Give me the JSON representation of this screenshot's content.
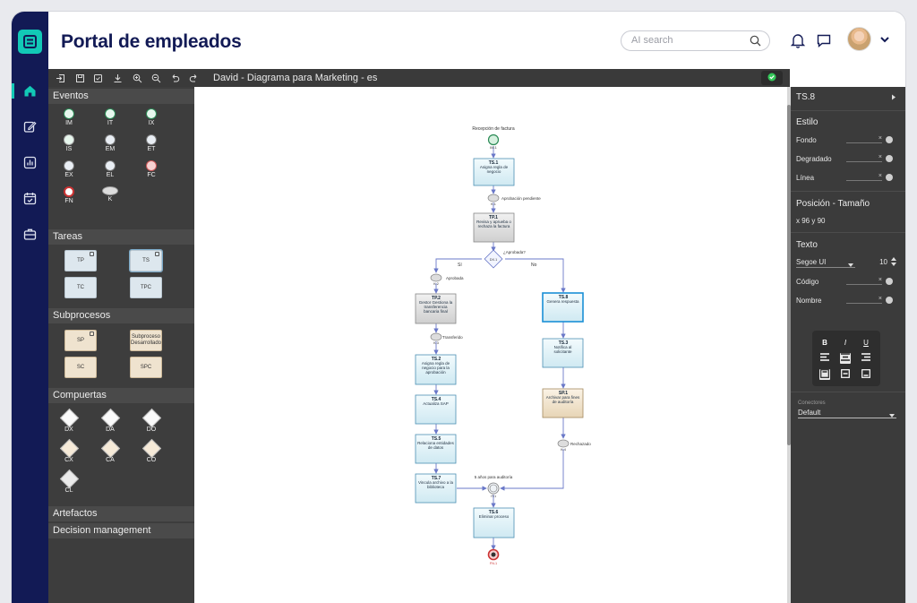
{
  "app": {
    "title": "Portal de empleados",
    "accent": "#12c9b6",
    "rail_color": "#121a55"
  },
  "header": {
    "search_placeholder": "AI search",
    "icons": [
      "search-icon",
      "bell-icon",
      "chat-icon",
      "avatar",
      "chevron-down-icon"
    ]
  },
  "rail": {
    "items": [
      "home-icon",
      "edit-icon",
      "chart-icon",
      "calendar-check-icon",
      "briefcase-icon"
    ],
    "active": "home-icon"
  },
  "toolbar": {
    "doc_title": "David - Diagrama para Marketing - es",
    "icons": [
      "exit-icon",
      "save-icon",
      "publish-icon",
      "download-icon",
      "zoom-in-icon",
      "zoom-out-icon",
      "undo-icon",
      "redo-icon"
    ],
    "status": "check-icon"
  },
  "palette": {
    "sections": {
      "eventos": "Eventos",
      "tareas": "Tareas",
      "subprocesos": "Subprocesos",
      "compuertas": "Compuertas",
      "artefactos": "Artefactos",
      "decision": "Decision management"
    },
    "events": [
      "IM",
      "IT",
      "IX",
      "IS",
      "EM",
      "ET",
      "EX",
      "EL",
      "FC",
      "FN",
      "K"
    ],
    "tasks": [
      "TP",
      "TS",
      "TC",
      "TPC"
    ],
    "subprocesses": [
      "SP",
      "Subproceso Desarrollado",
      "SC",
      "SPC"
    ],
    "gateways": [
      "DX",
      "DA",
      "DO",
      "CX",
      "CA",
      "CO",
      "CL"
    ]
  },
  "diagram": {
    "nodes": {
      "start_label": "Recepción de factura",
      "start_id": "IM.1",
      "ts1_id": "TS.1",
      "ts1_text": "Asigna regla de negocio",
      "int1_label": "Aprobación pendiente",
      "int1_id": "K.1",
      "tp1_id": "TP.1",
      "tp1_text": "Revisa y aprueba o rechaza la factura",
      "gw_label": "¿Aprobada?",
      "gw_id": "DX.1",
      "yes": "Sí",
      "no": "No",
      "k2_label": "Aprobada",
      "k2_id": "K.2",
      "tp2_id": "TP.2",
      "tp2_text": "Gestor Gestiona la transferencia bancaria final",
      "k3_label": "Transferido",
      "k3_id": "K.3",
      "ts2_id": "TS.2",
      "ts2_text": "Asigna regla de negocio para la aprobación",
      "ts4_id": "TS.4",
      "ts4_text": "Actualiza SAP",
      "ts5_id": "TS.5",
      "ts5_text": "Relaciona entidades de datos",
      "ts7_id": "TS.7",
      "ts7_text": "Vincula archivo a la biblioteca",
      "ts8_id": "TS.8",
      "ts8_text": "Genera respuesta",
      "ts3_id": "TS.3",
      "ts3_text": "Notifica al solicitante",
      "sp1_id": "SP.1",
      "sp1_text": "Archivar para fines de auditoría",
      "k4_label": "Rechazado",
      "k4_id": "K.4",
      "it1_label": "5 años para auditoría",
      "it1_id": "IT.1",
      "ts6_id": "TS.6",
      "ts6_text": "Eliminar proceso",
      "end_id": "FN.1"
    }
  },
  "props": {
    "selected": "TS.8",
    "estilo": "Estilo",
    "fondo": "Fondo",
    "degradado": "Degradado",
    "linea": "Línea",
    "posicion": "Posición - Tamaño",
    "pos_x": "x  96  y  90",
    "texto": "Texto",
    "font": "Segoe UI",
    "size": "10",
    "codigo": "Código",
    "nombre": "Nombre",
    "bold": "B",
    "italic": "I",
    "underline": "U",
    "conectores": "Conectores",
    "conector_value": "Default"
  }
}
